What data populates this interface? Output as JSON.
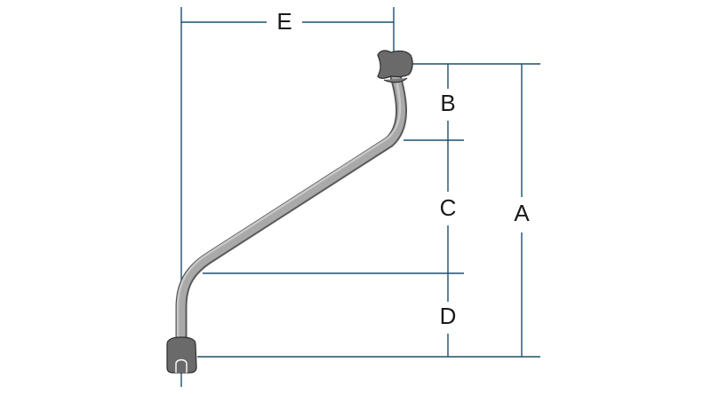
{
  "diagram": {
    "labels": {
      "A": "A",
      "B": "B",
      "C": "C",
      "D": "D",
      "E": "E"
    },
    "colors": {
      "dimension_line": "#1f4e6e",
      "rod_fill": "#a9a9a9",
      "rod_edge": "#5a5a5a",
      "end_fitting": "#6a6a6a"
    }
  }
}
